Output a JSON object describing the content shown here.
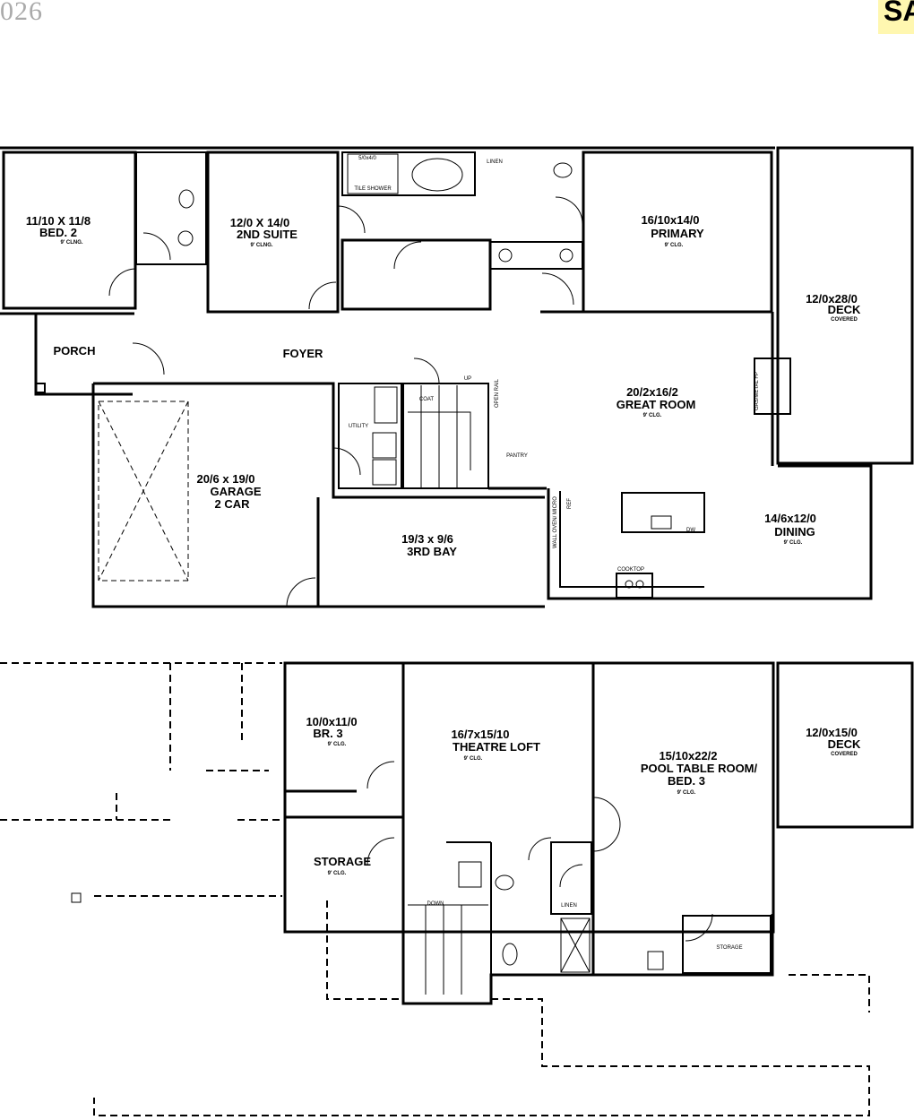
{
  "corner": {
    "left_text": "026",
    "right_text": "SA"
  },
  "main_floor": {
    "bed2": {
      "dims": "11/10 X 11/8",
      "name": "BED. 2",
      "ceiling": "9' CLNG."
    },
    "suite2": {
      "dims": "12/0 X 14/0",
      "name": "2ND SUITE",
      "ceiling": "9' CLNG."
    },
    "primary": {
      "dims": "16/10x14/0",
      "name": "PRIMARY",
      "ceiling": "9' CLG."
    },
    "deck": {
      "dims": "12/0x28/0",
      "name": "DECK",
      "note": "COVERED"
    },
    "porch": {
      "name": "PORCH"
    },
    "foyer": {
      "name": "FOYER"
    },
    "great_room": {
      "dims": "20/2x16/2",
      "name": "GREAT ROOM",
      "ceiling": "9' CLG."
    },
    "garage": {
      "dims": "20/6 x 19/0",
      "name": "GARAGE",
      "name2": "2 CAR"
    },
    "third_bay": {
      "dims": "19/3 x 9/6",
      "name": "3RD BAY"
    },
    "dining": {
      "dims": "14/6x12/0",
      "name": "DINING",
      "ceiling": "9' CLG."
    },
    "fixtures": {
      "tile_shower": "TILE SHOWER",
      "shower_size": "5/0x4/0",
      "linen": "LINEN",
      "coat": "COAT",
      "utility": "UTILITY",
      "pantry": "PANTRY",
      "up": "UP",
      "open_rail": "OPEN RAIL",
      "fireplace": "GAS/METAL FP",
      "cooktop": "COOKTOP",
      "dw": "DW",
      "ref": "REF",
      "wall_oven": "WALL OVEN/ MICRO"
    }
  },
  "upper_floor": {
    "br3": {
      "dims": "10/0x11/0",
      "name": "BR. 3",
      "ceiling": "9' CLG."
    },
    "storage": {
      "name": "STORAGE",
      "ceiling": "9' CLG."
    },
    "theatre": {
      "dims": "16/7x15/10",
      "name": "THEATRE LOFT",
      "ceiling": "9' CLG."
    },
    "pool": {
      "dims": "15/10x22/2",
      "name": "POOL TABLE ROOM/",
      "name2": "BED. 3",
      "ceiling": "9' CLG."
    },
    "deck": {
      "dims": "12/0x15/0",
      "name": "DECK",
      "note": "COVERED"
    },
    "fixtures": {
      "linen": "LINEN",
      "storage": "STORAGE",
      "down": "DOWN"
    }
  }
}
